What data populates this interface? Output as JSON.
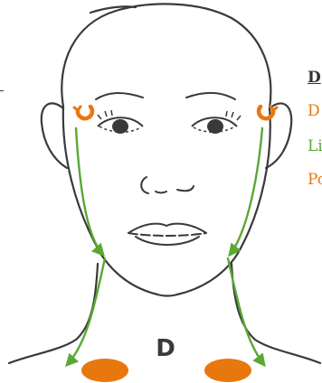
{
  "diagram": {
    "center_label": "D",
    "colors": {
      "outline": "#3a3a3a",
      "lymph_arrow": "#5aa832",
      "node": "#e8780e",
      "label": "#333333"
    }
  },
  "legend_cropped": {
    "heading": "D",
    "item_1": "D",
    "item_2": "Li",
    "item_3": "Po",
    "item_colors": [
      "#e8780e",
      "#5aa832",
      "#e8780e"
    ]
  }
}
